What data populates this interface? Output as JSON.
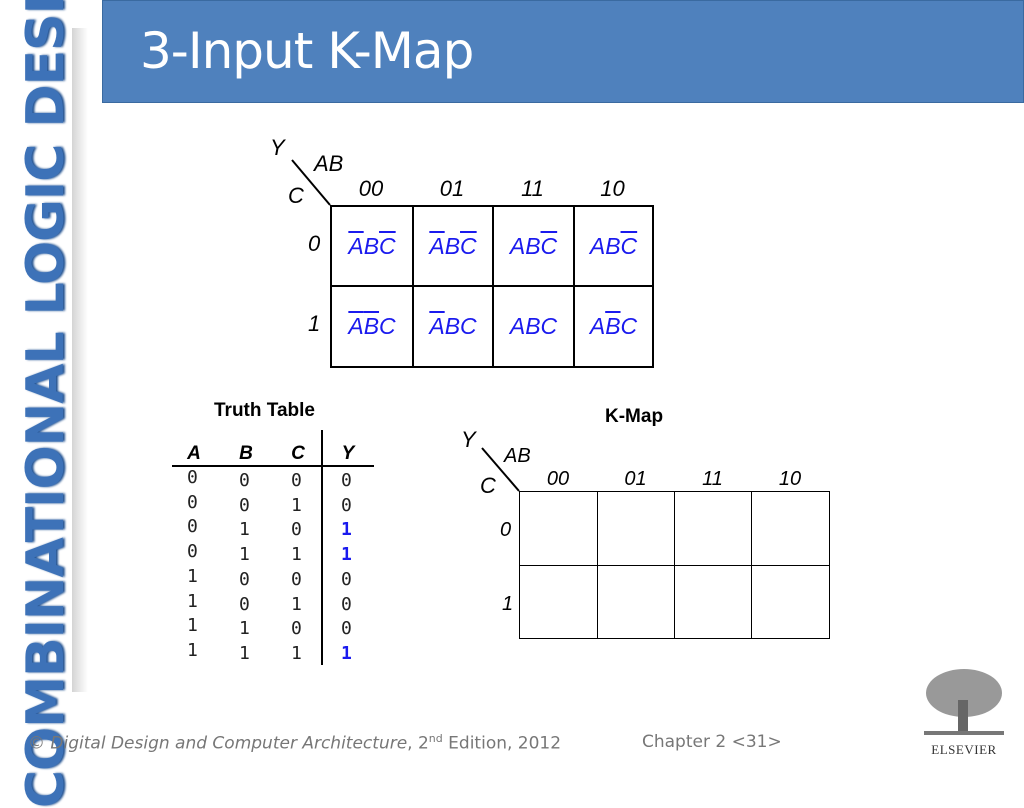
{
  "sidebar": {
    "title": "COMBINATIONAL LOGIC DESIGN"
  },
  "header": {
    "title": "3-Input K-Map"
  },
  "top_kmap": {
    "output": "Y",
    "col_var": "AB",
    "row_var": "C",
    "col_headers": [
      "00",
      "01",
      "11",
      "10"
    ],
    "row_headers": [
      "0",
      "1"
    ],
    "cells": [
      [
        [
          {
            "t": "A",
            "bar": true
          },
          {
            "t": "B",
            "bar": false
          },
          {
            "t": "C",
            "bar": true
          }
        ],
        [
          {
            "t": "A",
            "bar": true
          },
          {
            "t": "B",
            "bar": false
          },
          {
            "t": "C",
            "bar": true
          }
        ],
        [
          {
            "t": "A",
            "bar": false
          },
          {
            "t": "B",
            "bar": false
          },
          {
            "t": "C",
            "bar": true
          }
        ],
        [
          {
            "t": "A",
            "bar": false
          },
          {
            "t": "B",
            "bar": false
          },
          {
            "t": "C",
            "bar": true
          }
        ]
      ],
      [
        [
          {
            "t": "A",
            "bar": true
          },
          {
            "t": "B",
            "bar": true
          },
          {
            "t": "C",
            "bar": false
          }
        ],
        [
          {
            "t": "A",
            "bar": true
          },
          {
            "t": "B",
            "bar": false
          },
          {
            "t": "C",
            "bar": false
          }
        ],
        [
          {
            "t": "A",
            "bar": false
          },
          {
            "t": "B",
            "bar": false
          },
          {
            "t": "C",
            "bar": false
          }
        ],
        [
          {
            "t": "A",
            "bar": false
          },
          {
            "t": "B",
            "bar": true
          },
          {
            "t": "C",
            "bar": false
          }
        ]
      ]
    ],
    "cell_color": "#1a1aee"
  },
  "truth_table": {
    "title": "Truth Table",
    "headers": [
      "A",
      "B",
      "C",
      "Y"
    ],
    "rows": [
      [
        "0",
        "0",
        "0",
        "0"
      ],
      [
        "0",
        "0",
        "1",
        "0"
      ],
      [
        "0",
        "1",
        "0",
        "1"
      ],
      [
        "0",
        "1",
        "1",
        "1"
      ],
      [
        "1",
        "0",
        "0",
        "0"
      ],
      [
        "1",
        "0",
        "1",
        "0"
      ],
      [
        "1",
        "1",
        "0",
        "0"
      ],
      [
        "1",
        "1",
        "1",
        "1"
      ]
    ]
  },
  "bottom_kmap": {
    "title": "K-Map",
    "output": "Y",
    "col_var": "AB",
    "row_var": "C",
    "col_headers": [
      "00",
      "01",
      "11",
      "10"
    ],
    "row_headers": [
      "0",
      "1"
    ]
  },
  "footer": {
    "copyright": "©",
    "text": "Digital Design and Computer Architecture",
    "edition": ", 2",
    "sup": "nd",
    "edition_rest": " Edition, 2012",
    "chapter": "Chapter 2 <31>"
  },
  "logo": {
    "text": "ELSEVIER"
  }
}
